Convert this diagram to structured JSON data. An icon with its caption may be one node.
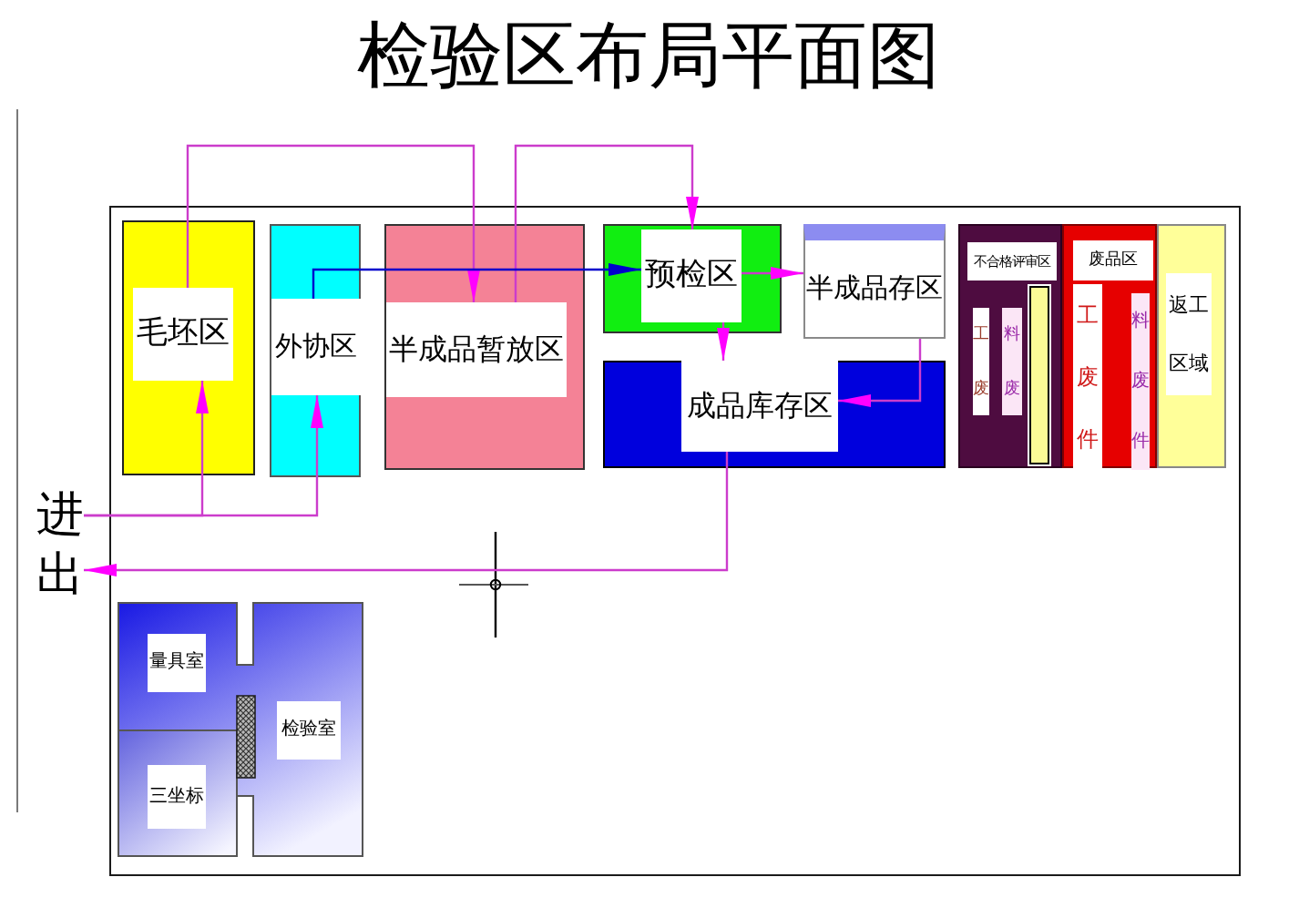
{
  "diagram": {
    "title": "检验区布局平面图",
    "nodes": [
      {
        "text": [
          "毛坯区"
        ]
      },
      {
        "text": [
          "外协区"
        ]
      },
      {
        "text": [
          "半成品暂放区"
        ]
      },
      {
        "text": [
          "预检区"
        ]
      },
      {
        "text": [
          "半成品存区"
        ]
      },
      {
        "text": [
          "成品库存区"
        ]
      },
      {
        "text": [
          "不合格评审区"
        ]
      },
      {
        "text": [
          "工废"
        ],
        "in": 6
      },
      {
        "text": [
          "料废"
        ],
        "in": 6
      },
      {
        "text": [],
        "shape": "bar",
        "in": 6
      },
      {
        "text": [
          "废品区"
        ]
      },
      {
        "text": [
          "工废件"
        ],
        "in": 10
      },
      {
        "text": [
          "料废件"
        ],
        "in": 10
      },
      {
        "text": [
          "返工区域"
        ]
      },
      {
        "text": [
          "进出"
        ]
      },
      {
        "text": [
          "量具室"
        ]
      },
      {
        "text": [
          "三坐标"
        ]
      },
      {
        "text": [
          "检验室"
        ]
      }
    ],
    "edges": [
      {
        "from": 0,
        "to": 2,
        "arrow": "to"
      },
      {
        "from": 2,
        "to": 3,
        "arrow": "to"
      },
      {
        "from": 1,
        "to": 3,
        "arrow": "to",
        "color": "#0000cc"
      },
      {
        "from": 3,
        "to": 4,
        "arrow": "to"
      },
      {
        "from": 3,
        "to": 5,
        "arrow": "to"
      },
      {
        "from": 4,
        "to": 5,
        "arrow": "to"
      },
      {
        "from": 14,
        "to": 0,
        "arrow": "to"
      },
      {
        "from": 14,
        "to": 1,
        "arrow": "to"
      },
      {
        "from": 5,
        "to": 14,
        "arrow": "to"
      }
    ]
  }
}
